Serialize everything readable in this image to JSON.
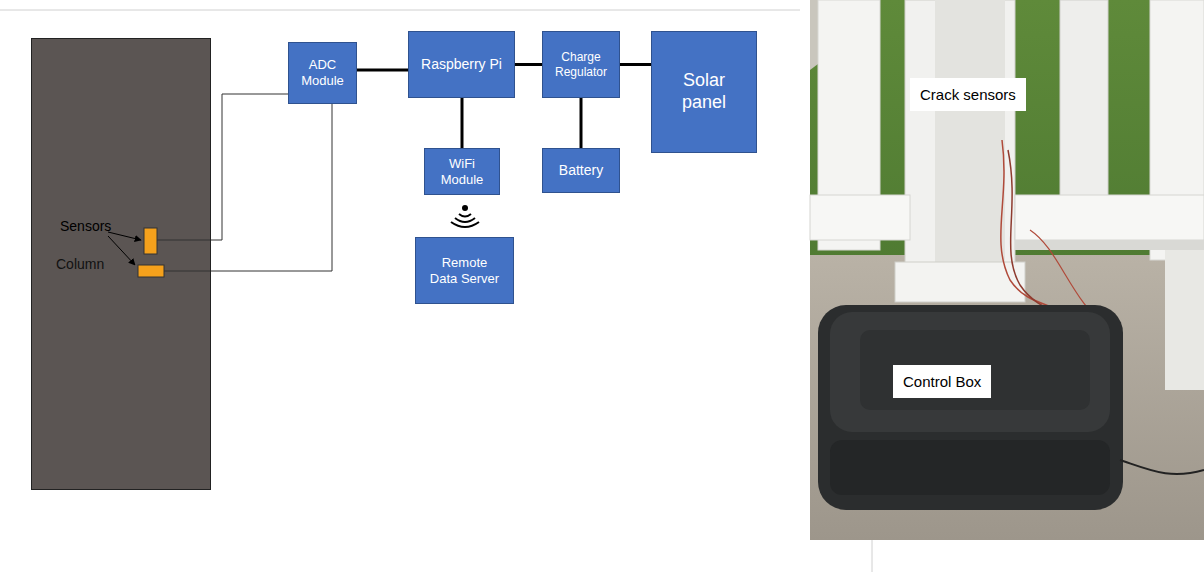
{
  "diagram": {
    "nodes": [
      {
        "text": [
          "Column"
        ]
      },
      {
        "text": [
          "ADC Module"
        ]
      },
      {
        "text": [
          "Raspberry Pi"
        ]
      },
      {
        "text": [
          "Charge Regulator"
        ]
      },
      {
        "text": [
          "Solar panel"
        ]
      },
      {
        "text": [
          "WiFi Module"
        ]
      },
      {
        "text": [
          "Battery"
        ]
      },
      {
        "text": [
          "Remote Data Server"
        ]
      }
    ],
    "edges": [
      {
        "from": 1,
        "to": 2,
        "arrow": "none"
      },
      {
        "from": 2,
        "to": 3,
        "arrow": "none"
      },
      {
        "from": 3,
        "to": 4,
        "arrow": "none"
      },
      {
        "from": 2,
        "to": 5,
        "arrow": "none"
      },
      {
        "from": 3,
        "to": 6,
        "arrow": "none"
      }
    ],
    "labels": [
      "Sensors",
      "Crack sensors",
      "Control Box"
    ]
  }
}
